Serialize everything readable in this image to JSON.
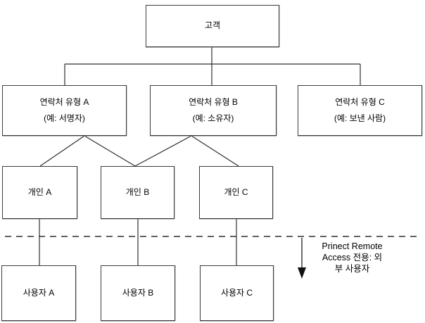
{
  "diagram": {
    "title": "customer-contact-hierarchy",
    "nodes": {
      "customer": {
        "label": "고객"
      },
      "contact_a": {
        "label": "연락처 유형 A",
        "sublabel": "(예: 서명자)"
      },
      "contact_b": {
        "label": "연락처 유형 B",
        "sublabel": "(예: 소유자)"
      },
      "contact_c": {
        "label": "연락처 유형 C",
        "sublabel": "(예: 보낸 사람)"
      },
      "person_a": {
        "label": "개인 A"
      },
      "person_b": {
        "label": "개인 B"
      },
      "person_c": {
        "label": "개인 C"
      },
      "user_a": {
        "label": "사용자 A"
      },
      "user_b": {
        "label": "사용자 B"
      },
      "user_c": {
        "label": "사용자 C"
      }
    },
    "divider_note": {
      "line1": "Prinect Remote",
      "line2": "Access 전용: 외",
      "line3": "부 사용자",
      "full_text": "Prinect Remote Access 전용: 외부 사용자"
    },
    "colors": {
      "line": "#2e2e2e",
      "box_border": "#3c3c3c",
      "box_fill": "#ffffff",
      "text": "#000000",
      "background": "#ffffff"
    }
  }
}
